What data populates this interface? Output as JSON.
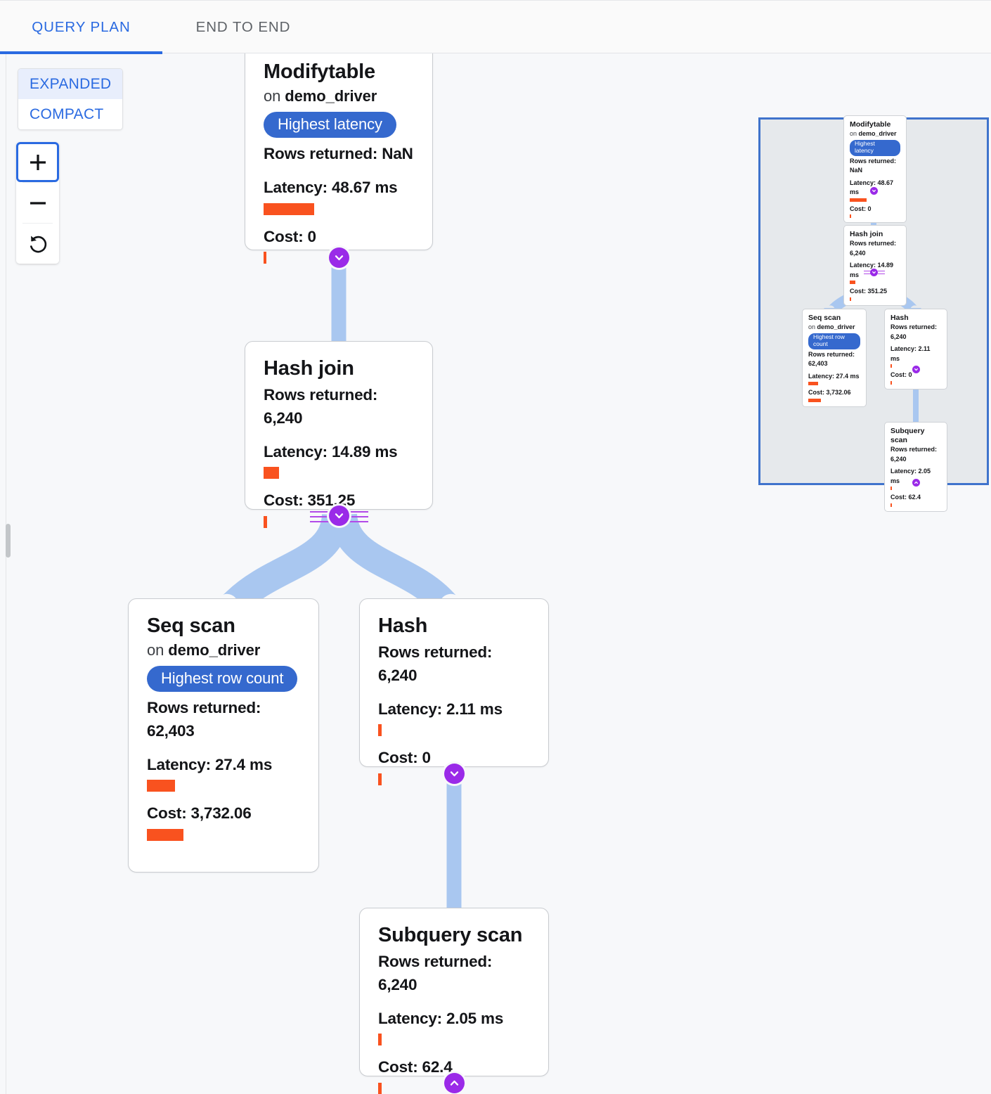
{
  "tabs": [
    {
      "id": "query-plan",
      "label": "QUERY PLAN",
      "active": true
    },
    {
      "id": "end-to-end",
      "label": "END TO END",
      "active": false
    }
  ],
  "view_mode": {
    "options": [
      "EXPANDED",
      "COMPACT"
    ],
    "expanded_label": "EXPANDED",
    "compact_label": "COMPACT",
    "selected": "EXPANDED"
  },
  "zoom_controls": {
    "zoom_in": {
      "name": "zoom-in-button",
      "glyph": "plus-icon",
      "focused": true
    },
    "zoom_out": {
      "name": "zoom-out-button",
      "glyph": "minus-icon",
      "focused": false
    },
    "reset": {
      "name": "reset-view-button",
      "glyph": "reset-counterclockwise-icon",
      "focused": false
    }
  },
  "colors": {
    "accent_blue": "#2a6ae1",
    "badge_blue": "#3569ce",
    "bar_orange": "#f9521f",
    "edge_blue": "#a9c7f0",
    "chevron_purple": "#9a2ae8",
    "join_line_purple": "#b24ae8",
    "canvas_bg": "#f7f8fa",
    "minimap_bg": "#e6e9ec",
    "minimap_border": "#3f73cc"
  },
  "labels": {
    "rows_returned": "Rows returned:",
    "latency": "Latency:",
    "cost": "Cost:",
    "on": "on"
  },
  "nodes": [
    {
      "id": "modifytable",
      "title": "Modifytable",
      "relation": "demo_driver",
      "on_text": "on demo_driver",
      "badge": "Highest latency",
      "rows_returned": "Rows returned: NaN",
      "latency": "Latency: 48.67 ms",
      "cost": "Cost: 0",
      "latency_bar_pct": 100,
      "cost_bar_pct": 2
    },
    {
      "id": "hash-join",
      "title": "Hash join",
      "relation": null,
      "on_text": null,
      "badge": null,
      "rows_returned": "Rows returned: 6,240",
      "latency": "Latency: 14.89 ms",
      "cost": "Cost: 351.25",
      "latency_bar_pct": 31,
      "cost_bar_pct": 5
    },
    {
      "id": "seq-scan",
      "title": "Seq scan",
      "relation": "demo_driver",
      "on_text": "on demo_driver",
      "badge": "Highest row count",
      "rows_returned": "Rows returned: 62,403",
      "latency": "Latency: 27.4 ms",
      "cost": "Cost: 3,732.06",
      "latency_bar_pct": 56,
      "cost_bar_pct": 100
    },
    {
      "id": "hash",
      "title": "Hash",
      "relation": null,
      "on_text": null,
      "badge": null,
      "rows_returned": "Rows returned: 6,240",
      "latency": "Latency: 2.11 ms",
      "cost": "Cost: 0",
      "latency_bar_pct": 4,
      "cost_bar_pct": 2
    },
    {
      "id": "subquery-scan",
      "title": "Subquery scan",
      "relation": null,
      "on_text": null,
      "badge": null,
      "rows_returned": "Rows returned: 6,240",
      "latency": "Latency: 2.05 ms",
      "cost": "Cost: 62.4",
      "latency_bar_pct": 4,
      "cost_bar_pct": 2
    }
  ],
  "edges": [
    {
      "from": "modifytable",
      "to": "hash-join",
      "chevron": "chevron-down-icon"
    },
    {
      "from": "hash-join",
      "to": "seq-scan",
      "chevron": "chevron-down-icon"
    },
    {
      "from": "hash-join",
      "to": "hash",
      "chevron": "chevron-down-icon"
    },
    {
      "from": "hash",
      "to": "subquery-scan",
      "chevron": "chevron-down-icon"
    },
    {
      "from": "subquery-scan",
      "to": null,
      "chevron": "chevron-up-icon"
    }
  ],
  "minimap": {
    "name": "minimap-viewport",
    "visible": true
  }
}
